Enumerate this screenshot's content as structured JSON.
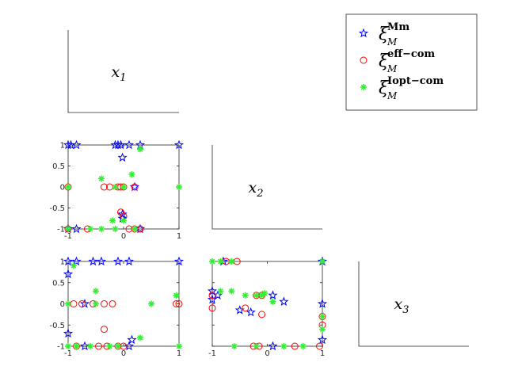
{
  "chart_data": {
    "type": "scatter",
    "title": "",
    "variables": [
      "x",
      "x",
      "x"
    ],
    "variable_subscripts": [
      "1",
      "2",
      "3"
    ],
    "axis_range": [
      -1,
      1
    ],
    "x_ticks": [
      "-1",
      "0",
      "1"
    ],
    "y_ticks": [
      "1",
      "0.5",
      "0",
      "-0.5",
      "-1"
    ],
    "grid": false,
    "legend_placement": "top-right",
    "series": [
      {
        "name": "ξ",
        "name_sup": "Mm",
        "name_sub": "M",
        "marker": "star",
        "color": "#0000ff",
        "panels": [
          {
            "row": 2,
            "col": 1,
            "points": [
              [
                -1,
                1
              ],
              [
                -0.95,
                1
              ],
              [
                -0.85,
                1
              ],
              [
                -0.15,
                1
              ],
              [
                -0.1,
                1
              ],
              [
                -0.05,
                1
              ],
              [
                0.1,
                1
              ],
              [
                0.3,
                1
              ],
              [
                1,
                1
              ],
              [
                -0.02,
                0.7
              ],
              [
                0.2,
                0
              ],
              [
                -0.02,
                -0.65
              ],
              [
                -0.02,
                -0.75
              ],
              [
                -1,
                -1
              ],
              [
                -0.85,
                -1
              ],
              [
                0.3,
                -1
              ]
            ]
          },
          {
            "row": 3,
            "col": 1,
            "points": [
              [
                -1,
                1
              ],
              [
                -0.85,
                1
              ],
              [
                -0.55,
                1
              ],
              [
                -0.4,
                1
              ],
              [
                -0.1,
                1
              ],
              [
                0.1,
                1
              ],
              [
                1,
                1
              ],
              [
                -1,
                0.7
              ],
              [
                -0.7,
                0
              ],
              [
                -1,
                -0.7
              ],
              [
                0.15,
                -0.85
              ],
              [
                0.1,
                -1
              ],
              [
                -0.7,
                -1
              ]
            ]
          },
          {
            "row": 3,
            "col": 2,
            "points": [
              [
                -1,
                0.3
              ],
              [
                -1,
                0.1
              ],
              [
                -0.9,
                0.2
              ],
              [
                -0.8,
                1
              ],
              [
                -0.5,
                -0.15
              ],
              [
                -0.3,
                -0.2
              ],
              [
                0.1,
                0.2
              ],
              [
                0.3,
                0.05
              ],
              [
                0.1,
                -1
              ],
              [
                1,
                0
              ],
              [
                1,
                -0.85
              ],
              [
                1,
                1
              ]
            ]
          }
        ]
      },
      {
        "name": "ξ",
        "name_sup": "eff−com",
        "name_sub": "M",
        "marker": "circle",
        "color": "#ff0000",
        "panels": [
          {
            "row": 2,
            "col": 1,
            "points": [
              [
                -1,
                0
              ],
              [
                -0.35,
                0
              ],
              [
                -0.25,
                0
              ],
              [
                -0.1,
                0
              ],
              [
                -0.05,
                0
              ],
              [
                0,
                0
              ],
              [
                0.2,
                0
              ],
              [
                -0.05,
                -0.6
              ],
              [
                0,
                -0.7
              ],
              [
                -0.65,
                -1
              ],
              [
                0.1,
                -1
              ],
              [
                0.2,
                -1
              ],
              [
                0.3,
                -1
              ],
              [
                -1,
                -1
              ]
            ]
          },
          {
            "row": 3,
            "col": 1,
            "points": [
              [
                -0.9,
                0
              ],
              [
                -0.75,
                0
              ],
              [
                -0.55,
                0
              ],
              [
                -0.35,
                0
              ],
              [
                -0.2,
                0
              ],
              [
                -0.85,
                -1
              ],
              [
                -0.45,
                -1
              ],
              [
                -0.3,
                -1
              ],
              [
                -0.1,
                -1
              ],
              [
                0,
                -1
              ],
              [
                -0.35,
                -0.6
              ],
              [
                0.95,
                0
              ],
              [
                1,
                0
              ]
            ]
          },
          {
            "row": 3,
            "col": 2,
            "points": [
              [
                -1,
                0.2
              ],
              [
                -1,
                -0.1
              ],
              [
                -0.4,
                -0.1
              ],
              [
                -0.2,
                0.2
              ],
              [
                -0.1,
                0.2
              ],
              [
                -0.1,
                -0.25
              ],
              [
                -0.75,
                1
              ],
              [
                -0.55,
                1
              ],
              [
                -0.25,
                -1
              ],
              [
                -0.15,
                -1
              ],
              [
                0.5,
                -1
              ],
              [
                0.95,
                -1
              ],
              [
                1,
                -0.3
              ],
              [
                1,
                -0.5
              ]
            ]
          }
        ]
      },
      {
        "name": "ξ",
        "name_sup": "Iopt−com",
        "name_sub": "M",
        "marker": "asterisk",
        "color": "#33ee33",
        "panels": [
          {
            "row": 2,
            "col": 1,
            "points": [
              [
                -1,
                0
              ],
              [
                -0.4,
                0.2
              ],
              [
                -0.15,
                0
              ],
              [
                0,
                0
              ],
              [
                0.15,
                0.3
              ],
              [
                0.3,
                0.9
              ],
              [
                1,
                0
              ],
              [
                -0.6,
                -1
              ],
              [
                -0.4,
                -1
              ],
              [
                -0.15,
                -1
              ],
              [
                -0.2,
                -0.8
              ],
              [
                0,
                -0.8
              ],
              [
                0.2,
                -1
              ],
              [
                -1,
                -1
              ]
            ]
          },
          {
            "row": 3,
            "col": 1,
            "points": [
              [
                -0.9,
                0.9
              ],
              [
                -1,
                0
              ],
              [
                -0.5,
                0.3
              ],
              [
                -0.5,
                0
              ],
              [
                -0.85,
                -1
              ],
              [
                -0.6,
                -1
              ],
              [
                -0.25,
                -1
              ],
              [
                -0.1,
                -1
              ],
              [
                0.3,
                -0.8
              ],
              [
                0.5,
                0
              ],
              [
                0.95,
                0.2
              ],
              [
                1,
                -1
              ],
              [
                -1,
                -1
              ]
            ]
          },
          {
            "row": 3,
            "col": 2,
            "points": [
              [
                -1,
                1
              ],
              [
                -0.85,
                1
              ],
              [
                -0.65,
                1
              ],
              [
                -0.85,
                0.3
              ],
              [
                -0.65,
                0.3
              ],
              [
                -0.4,
                0.2
              ],
              [
                -0.2,
                0.2
              ],
              [
                -0.1,
                0.2
              ],
              [
                -0.05,
                0.25
              ],
              [
                0.1,
                0.05
              ],
              [
                -0.6,
                -1
              ],
              [
                -0.2,
                -1
              ],
              [
                0.3,
                -1
              ],
              [
                0.65,
                -1
              ],
              [
                1,
                -0.3
              ],
              [
                1,
                -0.6
              ],
              [
                1,
                1
              ]
            ]
          }
        ]
      }
    ]
  }
}
